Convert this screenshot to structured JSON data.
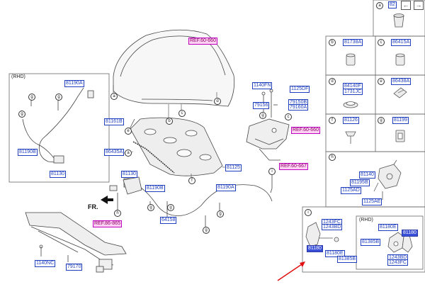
{
  "nav": {
    "page_number": "82",
    "prev_label": "←",
    "next_label": "→"
  },
  "callouts": {
    "a": "a",
    "b": "b",
    "c": "c",
    "d": "d",
    "e": "e",
    "f": "f",
    "g": "g",
    "h": "h",
    "i": "i"
  },
  "parts": {
    "ref_60_660_top": "REF.60-660",
    "ref_60_660_right": "REF.60-660",
    "ref_60_667": "REF.60-667",
    "ref_86_865": "REF.86-865",
    "p81190A_rhd": "81190A",
    "p81190B_rhd": "81190B",
    "p81130_rhd": "81130",
    "p81161B": "81161B",
    "p86435A": "86435A",
    "p81125": "81125",
    "p1140FN": "1140FN",
    "p1125DF": "1125DF",
    "p79156": "79156",
    "p79150B": "79150B",
    "p79160A": "79160A",
    "p81130": "81130",
    "p81190B": "81190B",
    "p81190A": "81190A",
    "p64158": "64158",
    "p1140NC": "1140NC",
    "p79170": "79170"
  },
  "left_panel": {
    "title": "(RHD)"
  },
  "fr_label": "FR.",
  "grid_cells": [
    {
      "letter": "a",
      "part": "",
      "icon": "grommet-icon"
    },
    {
      "letter": "b",
      "part": "81738A",
      "icon": "bumper-stop-icon"
    },
    {
      "letter": "c",
      "part": "86415A",
      "icon": "bumper-stop-icon"
    },
    {
      "letter": "d",
      "part": "84140F",
      "part2": "1731JC",
      "icon": "round-plug-icon"
    },
    {
      "letter": "e",
      "part": "86438A",
      "icon": "clip-icon"
    },
    {
      "letter": "f",
      "part": "81126",
      "icon": "push-clip-icon"
    },
    {
      "letter": "g",
      "part": "81199",
      "icon": "bracket-clip-icon"
    }
  ],
  "cell_h": {
    "letter": "h",
    "parts": {
      "p81140": "81140",
      "p81195B": "81195B",
      "p1125AD": "1125AD",
      "p1125AE": "1125AE"
    }
  },
  "cell_i": {
    "letter": "i",
    "rhd_title": "(RHD)",
    "parts": {
      "p1243FC_a": "1243FC",
      "p1243BD_a": "1243BD",
      "p81180_hl_left": "81180",
      "p81180E_left": "81180E",
      "p81385B_left": "81385B",
      "p81180E_right": "81180E",
      "p81180_hl_right": "81180",
      "p81385B_right": "81385B",
      "p1243BD_b": "1243BD",
      "p1243FC_b": "1243FC"
    }
  },
  "colors": {
    "part_border": "#1f3fbf",
    "ref_fill": "#ffd2f3",
    "highlight_fill": "#3a4fd8",
    "arrow": "#e01010"
  }
}
